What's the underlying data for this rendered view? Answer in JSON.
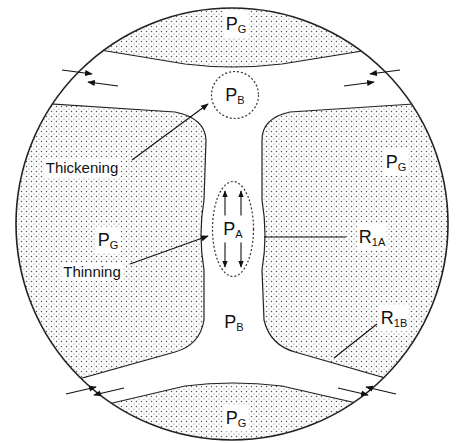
{
  "diagram": {
    "nodes": [
      {
        "text": [
          "PB"
        ]
      },
      {
        "text": [
          "PA"
        ]
      }
    ],
    "labels": [
      "PG",
      "Thickening",
      "PG",
      "PG",
      "Thinning",
      "R1A",
      "PB",
      "R1B",
      "PG"
    ]
  }
}
